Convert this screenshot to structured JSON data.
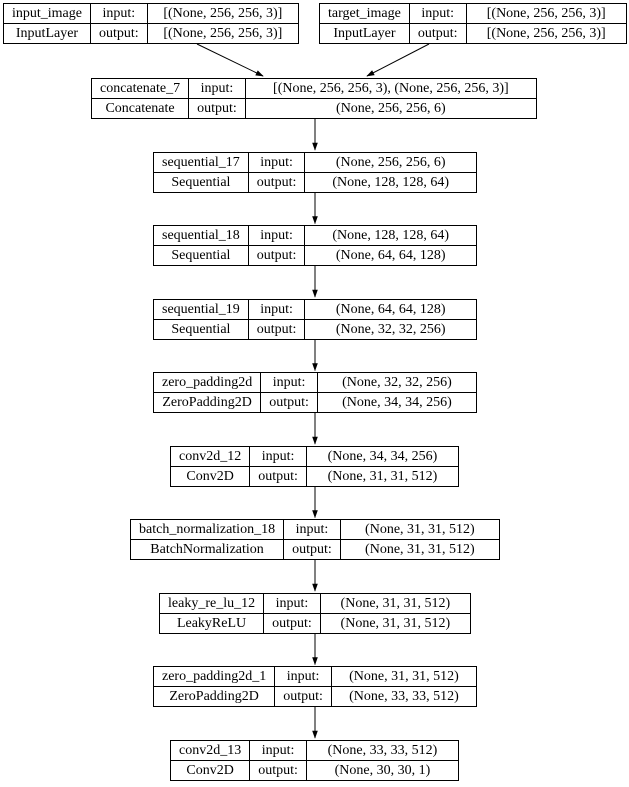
{
  "labels": {
    "input_key": "input:",
    "output_key": "output:"
  },
  "colors": {
    "node_border": "#000000",
    "node_background": "#ffffff",
    "edge": "#000000",
    "text": "#000000"
  },
  "nodes": [
    {
      "name": "input_image",
      "type": "InputLayer",
      "input_shape": "[(None, 256, 256, 3)]",
      "output_shape": "[(None, 256, 256, 3)]"
    },
    {
      "name": "target_image",
      "type": "InputLayer",
      "input_shape": "[(None, 256, 256, 3)]",
      "output_shape": "[(None, 256, 256, 3)]"
    },
    {
      "name": "concatenate_7",
      "type": "Concatenate",
      "input_shape": "[(None, 256, 256, 3), (None, 256, 256, 3)]",
      "output_shape": "(None, 256, 256, 6)"
    },
    {
      "name": "sequential_17",
      "type": "Sequential",
      "input_shape": "(None, 256, 256, 6)",
      "output_shape": "(None, 128, 128, 64)"
    },
    {
      "name": "sequential_18",
      "type": "Sequential",
      "input_shape": "(None, 128, 128, 64)",
      "output_shape": "(None, 64, 64, 128)"
    },
    {
      "name": "sequential_19",
      "type": "Sequential",
      "input_shape": "(None, 64, 64, 128)",
      "output_shape": "(None, 32, 32, 256)"
    },
    {
      "name": "zero_padding2d",
      "type": "ZeroPadding2D",
      "input_shape": "(None, 32, 32, 256)",
      "output_shape": "(None, 34, 34, 256)"
    },
    {
      "name": "conv2d_12",
      "type": "Conv2D",
      "input_shape": "(None, 34, 34, 256)",
      "output_shape": "(None, 31, 31, 512)"
    },
    {
      "name": "batch_normalization_18",
      "type": "BatchNormalization",
      "input_shape": "(None, 31, 31, 512)",
      "output_shape": "(None, 31, 31, 512)"
    },
    {
      "name": "leaky_re_lu_12",
      "type": "LeakyReLU",
      "input_shape": "(None, 31, 31, 512)",
      "output_shape": "(None, 31, 31, 512)"
    },
    {
      "name": "zero_padding2d_1",
      "type": "ZeroPadding2D",
      "input_shape": "(None, 31, 31, 512)",
      "output_shape": "(None, 33, 33, 512)"
    },
    {
      "name": "conv2d_13",
      "type": "Conv2D",
      "input_shape": "(None, 33, 33, 512)",
      "output_shape": "(None, 30, 30, 1)"
    }
  ]
}
